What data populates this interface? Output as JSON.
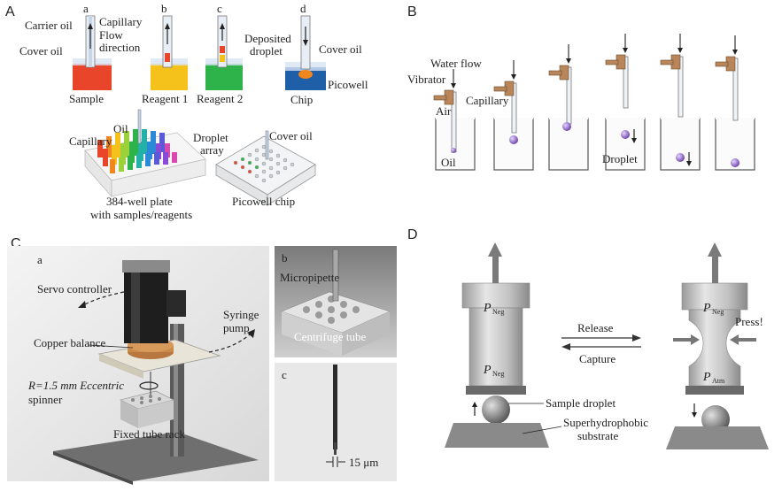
{
  "panels": {
    "A": {
      "letter": "A",
      "sub_a": "a",
      "sub_b": "b",
      "sub_c": "c",
      "sub_d": "d",
      "carrier_oil": "Carrier oil",
      "capillary": "Capillary",
      "flow": "Flow",
      "direction": "direction",
      "cover_oil_left": "Cover oil",
      "sample": "Sample",
      "reagent1": "Reagent 1",
      "reagent2": "Reagent 2",
      "deposited": "Deposited",
      "droplet": "droplet",
      "cover_oil_right": "Cover oil",
      "picowell": "Picowell",
      "chip": "Chip",
      "oil": "Oil",
      "capillary2": "Capillary",
      "plate_line1": "384-well plate",
      "plate_line2": "with samples/reagents",
      "droplet_array1": "Droplet",
      "droplet_array2": "array",
      "cover_oil_chip": "Cover oil",
      "picowell_chip": "Picowell chip"
    },
    "B": {
      "letter": "B",
      "water_flow": "Water flow",
      "vibrator": "Vibrator",
      "capillary": "Capillary",
      "air": "Air",
      "oil": "Oil",
      "droplet": "Droplet"
    },
    "C": {
      "letter": "C",
      "sub_a": "a",
      "sub_b": "b",
      "sub_c": "c",
      "servo": "Servo controller",
      "copper": "Copper balance",
      "syringe1": "Syringe",
      "syringe2": "pump",
      "eccentric1": "R=1.5 mm Eccentric",
      "eccentric2": "spinner",
      "rack": "Fixed tube rack",
      "micropipette": "Micropipette",
      "centrifuge": "Centrifuge tube",
      "scale": "15 μm"
    },
    "D": {
      "letter": "D",
      "p_neg": "P",
      "neg_sub": "Neg",
      "atm_sub": "Atm",
      "release": "Release",
      "capture": "Capture",
      "press": "Press!",
      "sample_droplet": "Sample droplet",
      "substrate1": "Superhydrophobic",
      "substrate2": "substrate"
    }
  },
  "colors": {
    "sample": "#e8452a",
    "reagent1": "#f4c21a",
    "reagent2": "#2db34a",
    "chip": "#1f5fa8",
    "droplet": "#9a6bc8",
    "copper": "#b8773f"
  }
}
